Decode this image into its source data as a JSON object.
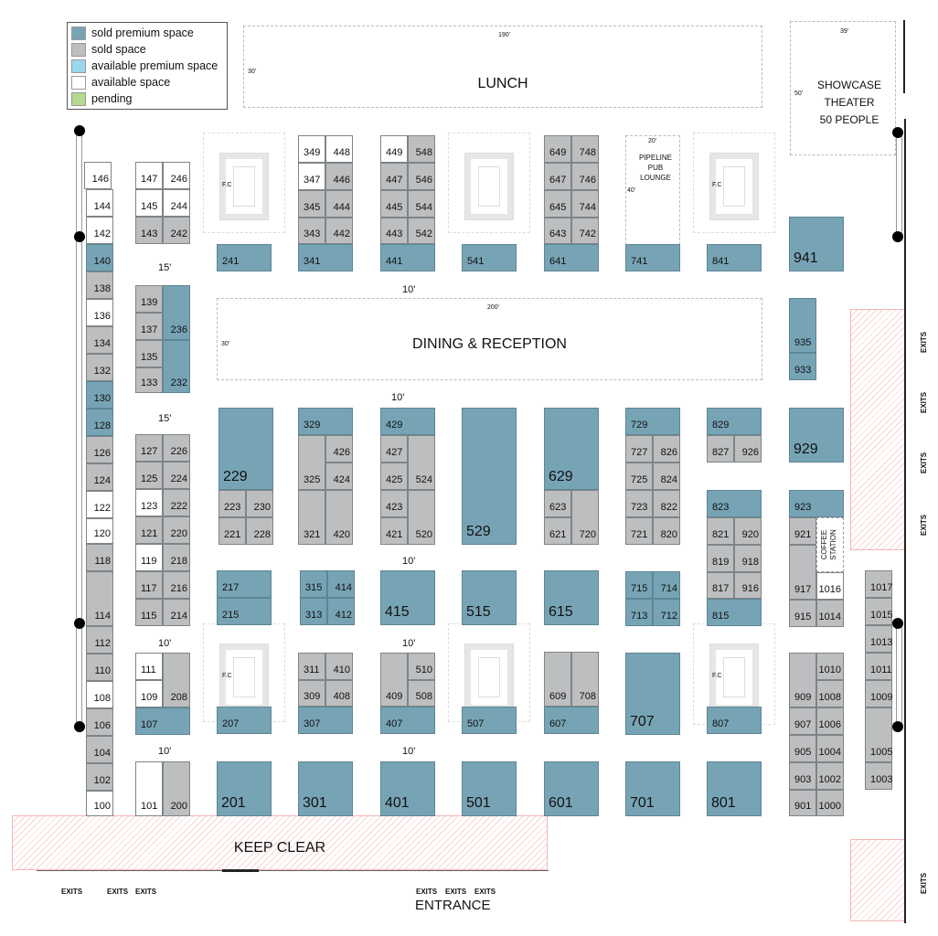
{
  "legend": [
    {
      "label": "sold premium space",
      "color": "#77a4b5"
    },
    {
      "label": "sold space",
      "color": "#bdbec0"
    },
    {
      "label": "available premium space",
      "color": "#9ad8f0"
    },
    {
      "label": "available space",
      "color": "#ffffff"
    },
    {
      "label": "pending",
      "color": "#b4d98f"
    }
  ],
  "status_colors": {
    "sold_premium": "#77a4b5",
    "sold": "#bdbec0",
    "available_premium": "#9ad8f0",
    "available": "#ffffff",
    "pending": "#b4d98f"
  },
  "areas": {
    "lunch": {
      "label": "LUNCH",
      "width": "190'",
      "depth": "30'"
    },
    "dining": {
      "label": "DINING & RECEPTION",
      "width": "200'",
      "depth": "30'"
    },
    "theater": {
      "line1": "SHOWCASE",
      "line2": "THEATER",
      "line3": "50 PEOPLE",
      "width": "39'",
      "depth": "50'"
    },
    "pub": {
      "line1": "PIPELINE",
      "line2": "PUB",
      "line3": "LOUNGE",
      "width": "20'",
      "depth": "40'"
    },
    "coffee": {
      "line1": "COFFEE",
      "line2": "STATION"
    },
    "keep_clear": "KEEP CLEAR",
    "entrance": "ENTRANCE",
    "exits": "EXITS",
    "fc": "F.C"
  },
  "aisles": [
    "15'",
    "10'",
    "10'",
    "15'",
    "10'",
    "10'",
    "10'",
    "10'",
    "10'"
  ],
  "booths": [
    {
      "id": "146",
      "status": "available"
    },
    {
      "id": "144",
      "status": "available"
    },
    {
      "id": "142",
      "status": "available"
    },
    {
      "id": "140",
      "status": "sold_premium"
    },
    {
      "id": "138",
      "status": "sold"
    },
    {
      "id": "136",
      "status": "available"
    },
    {
      "id": "134",
      "status": "sold"
    },
    {
      "id": "132",
      "status": "sold"
    },
    {
      "id": "130",
      "status": "sold_premium"
    },
    {
      "id": "128",
      "status": "sold_premium"
    },
    {
      "id": "126",
      "status": "sold"
    },
    {
      "id": "124",
      "status": "sold"
    },
    {
      "id": "122",
      "status": "available"
    },
    {
      "id": "120",
      "status": "available"
    },
    {
      "id": "118",
      "status": "sold"
    },
    {
      "id": "114",
      "status": "sold"
    },
    {
      "id": "112",
      "status": "sold"
    },
    {
      "id": "110",
      "status": "sold"
    },
    {
      "id": "108",
      "status": "available"
    },
    {
      "id": "106",
      "status": "sold"
    },
    {
      "id": "104",
      "status": "sold"
    },
    {
      "id": "102",
      "status": "sold"
    },
    {
      "id": "100",
      "status": "available"
    },
    {
      "id": "147",
      "status": "available"
    },
    {
      "id": "246",
      "status": "available"
    },
    {
      "id": "145",
      "status": "available"
    },
    {
      "id": "244",
      "status": "available"
    },
    {
      "id": "143",
      "status": "sold"
    },
    {
      "id": "242",
      "status": "sold"
    },
    {
      "id": "139",
      "status": "sold"
    },
    {
      "id": "137",
      "status": "sold"
    },
    {
      "id": "135",
      "status": "sold"
    },
    {
      "id": "133",
      "status": "sold"
    },
    {
      "id": "236",
      "status": "sold_premium"
    },
    {
      "id": "232",
      "status": "sold_premium"
    },
    {
      "id": "127",
      "status": "sold"
    },
    {
      "id": "226",
      "status": "sold"
    },
    {
      "id": "125",
      "status": "sold"
    },
    {
      "id": "224",
      "status": "sold"
    },
    {
      "id": "123",
      "status": "available"
    },
    {
      "id": "222",
      "status": "sold"
    },
    {
      "id": "121",
      "status": "sold"
    },
    {
      "id": "220",
      "status": "sold"
    },
    {
      "id": "119",
      "status": "available"
    },
    {
      "id": "218",
      "status": "sold"
    },
    {
      "id": "117",
      "status": "sold"
    },
    {
      "id": "216",
      "status": "sold"
    },
    {
      "id": "115",
      "status": "sold"
    },
    {
      "id": "214",
      "status": "sold"
    },
    {
      "id": "111",
      "status": "available"
    },
    {
      "id": "109",
      "status": "available"
    },
    {
      "id": "208",
      "status": "sold"
    },
    {
      "id": "107",
      "status": "sold_premium"
    },
    {
      "id": "101",
      "status": "available"
    },
    {
      "id": "200",
      "status": "sold"
    },
    {
      "id": "241",
      "status": "sold_premium"
    },
    {
      "id": "229",
      "status": "sold_premium"
    },
    {
      "id": "223",
      "status": "sold"
    },
    {
      "id": "230",
      "status": "sold"
    },
    {
      "id": "221",
      "status": "sold"
    },
    {
      "id": "228",
      "status": "sold"
    },
    {
      "id": "217",
      "status": "sold_premium"
    },
    {
      "id": "215",
      "status": "sold_premium"
    },
    {
      "id": "207",
      "status": "sold_premium"
    },
    {
      "id": "201",
      "status": "sold_premium"
    },
    {
      "id": "349",
      "status": "available"
    },
    {
      "id": "448",
      "status": "available"
    },
    {
      "id": "347",
      "status": "available"
    },
    {
      "id": "446",
      "status": "sold"
    },
    {
      "id": "345",
      "status": "sold"
    },
    {
      "id": "444",
      "status": "sold"
    },
    {
      "id": "343",
      "status": "sold"
    },
    {
      "id": "442",
      "status": "sold"
    },
    {
      "id": "341",
      "status": "sold_premium"
    },
    {
      "id": "329",
      "status": "sold_premium"
    },
    {
      "id": "325",
      "status": "sold"
    },
    {
      "id": "426",
      "status": "sold"
    },
    {
      "id": "424",
      "status": "sold"
    },
    {
      "id": "321",
      "status": "sold"
    },
    {
      "id": "420",
      "status": "sold"
    },
    {
      "id": "315",
      "status": "sold_premium"
    },
    {
      "id": "414",
      "status": "sold_premium"
    },
    {
      "id": "313",
      "status": "sold_premium"
    },
    {
      "id": "412",
      "status": "sold_premium"
    },
    {
      "id": "311",
      "status": "sold"
    },
    {
      "id": "410",
      "status": "sold"
    },
    {
      "id": "309",
      "status": "sold"
    },
    {
      "id": "408",
      "status": "sold"
    },
    {
      "id": "307",
      "status": "sold_premium"
    },
    {
      "id": "301",
      "status": "sold_premium"
    },
    {
      "id": "449",
      "status": "available"
    },
    {
      "id": "548",
      "status": "sold"
    },
    {
      "id": "447",
      "status": "sold"
    },
    {
      "id": "546",
      "status": "sold"
    },
    {
      "id": "445",
      "status": "sold"
    },
    {
      "id": "544",
      "status": "sold"
    },
    {
      "id": "443",
      "status": "sold"
    },
    {
      "id": "542",
      "status": "sold"
    },
    {
      "id": "441",
      "status": "sold_premium"
    },
    {
      "id": "429",
      "status": "sold_premium"
    },
    {
      "id": "427",
      "status": "sold"
    },
    {
      "id": "425",
      "status": "sold"
    },
    {
      "id": "423",
      "status": "sold"
    },
    {
      "id": "421",
      "status": "sold"
    },
    {
      "id": "524",
      "status": "sold"
    },
    {
      "id": "520",
      "status": "sold"
    },
    {
      "id": "415",
      "status": "sold_premium"
    },
    {
      "id": "409",
      "status": "sold"
    },
    {
      "id": "510",
      "status": "sold"
    },
    {
      "id": "508",
      "status": "sold"
    },
    {
      "id": "407",
      "status": "sold_premium"
    },
    {
      "id": "401",
      "status": "sold_premium"
    },
    {
      "id": "541",
      "status": "sold_premium"
    },
    {
      "id": "529",
      "status": "sold_premium"
    },
    {
      "id": "515",
      "status": "sold_premium"
    },
    {
      "id": "507",
      "status": "sold_premium"
    },
    {
      "id": "501",
      "status": "sold_premium"
    },
    {
      "id": "649",
      "status": "sold"
    },
    {
      "id": "748",
      "status": "sold"
    },
    {
      "id": "647",
      "status": "sold"
    },
    {
      "id": "746",
      "status": "sold"
    },
    {
      "id": "645",
      "status": "sold"
    },
    {
      "id": "744",
      "status": "sold"
    },
    {
      "id": "643",
      "status": "sold"
    },
    {
      "id": "742",
      "status": "sold"
    },
    {
      "id": "641",
      "status": "sold_premium"
    },
    {
      "id": "629",
      "status": "sold_premium"
    },
    {
      "id": "623",
      "status": "sold"
    },
    {
      "id": "621",
      "status": "sold"
    },
    {
      "id": "720",
      "status": "sold"
    },
    {
      "id": "615",
      "status": "sold_premium"
    },
    {
      "id": "609",
      "status": "sold"
    },
    {
      "id": "708",
      "status": "sold"
    },
    {
      "id": "607",
      "status": "sold_premium"
    },
    {
      "id": "601",
      "status": "sold_premium"
    },
    {
      "id": "741",
      "status": "sold_premium"
    },
    {
      "id": "729",
      "status": "sold_premium"
    },
    {
      "id": "727",
      "status": "sold"
    },
    {
      "id": "826",
      "status": "sold"
    },
    {
      "id": "725",
      "status": "sold"
    },
    {
      "id": "824",
      "status": "sold"
    },
    {
      "id": "723",
      "status": "sold"
    },
    {
      "id": "822",
      "status": "sold"
    },
    {
      "id": "721",
      "status": "sold"
    },
    {
      "id": "820",
      "status": "sold"
    },
    {
      "id": "715",
      "status": "sold_premium"
    },
    {
      "id": "714",
      "status": "sold_premium"
    },
    {
      "id": "713",
      "status": "sold_premium"
    },
    {
      "id": "712",
      "status": "sold_premium"
    },
    {
      "id": "707",
      "status": "sold_premium"
    },
    {
      "id": "701",
      "status": "sold_premium"
    },
    {
      "id": "841",
      "status": "sold_premium"
    },
    {
      "id": "829",
      "status": "sold_premium"
    },
    {
      "id": "827",
      "status": "sold"
    },
    {
      "id": "926",
      "status": "sold"
    },
    {
      "id": "823",
      "status": "sold_premium"
    },
    {
      "id": "821",
      "status": "sold"
    },
    {
      "id": "920",
      "status": "sold"
    },
    {
      "id": "819",
      "status": "sold"
    },
    {
      "id": "918",
      "status": "sold"
    },
    {
      "id": "817",
      "status": "sold"
    },
    {
      "id": "916",
      "status": "sold"
    },
    {
      "id": "815",
      "status": "sold_premium"
    },
    {
      "id": "807",
      "status": "sold_premium"
    },
    {
      "id": "801",
      "status": "sold_premium"
    },
    {
      "id": "941",
      "status": "sold_premium"
    },
    {
      "id": "935",
      "status": "sold_premium"
    },
    {
      "id": "933",
      "status": "sold_premium"
    },
    {
      "id": "929",
      "status": "sold_premium"
    },
    {
      "id": "923",
      "status": "sold_premium"
    },
    {
      "id": "921",
      "status": "sold"
    },
    {
      "id": "917",
      "status": "sold"
    },
    {
      "id": "1016",
      "status": "available"
    },
    {
      "id": "915",
      "status": "sold"
    },
    {
      "id": "1014",
      "status": "sold"
    },
    {
      "id": "909",
      "status": "sold"
    },
    {
      "id": "1010",
      "status": "sold"
    },
    {
      "id": "1008",
      "status": "sold"
    },
    {
      "id": "907",
      "status": "sold"
    },
    {
      "id": "1006",
      "status": "sold"
    },
    {
      "id": "905",
      "status": "sold"
    },
    {
      "id": "1004",
      "status": "sold"
    },
    {
      "id": "903",
      "status": "sold"
    },
    {
      "id": "1002",
      "status": "sold"
    },
    {
      "id": "901",
      "status": "sold"
    },
    {
      "id": "1000",
      "status": "sold"
    },
    {
      "id": "1017",
      "status": "sold"
    },
    {
      "id": "1015",
      "status": "sold"
    },
    {
      "id": "1013",
      "status": "sold"
    },
    {
      "id": "1011",
      "status": "sold"
    },
    {
      "id": "1009",
      "status": "sold"
    },
    {
      "id": "1005",
      "status": "sold"
    },
    {
      "id": "1003",
      "status": "sold"
    }
  ]
}
